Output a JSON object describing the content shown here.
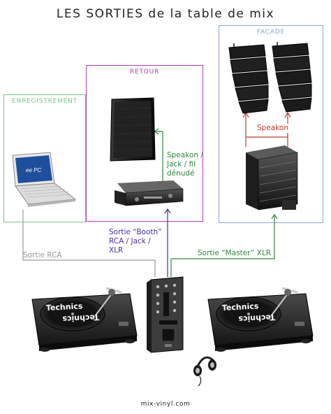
{
  "title": "LES SORTIES de la table de mix",
  "boxes": {
    "enregistrement": "ENREGISTREMENT",
    "retour": "RETOUR",
    "facade": "FACADE"
  },
  "labels": {
    "speakon_retour": "Speakon / Jack / fil dénudé",
    "speakon_retour_lines": [
      "Speakon /",
      "Jack / fil",
      "dénudé"
    ],
    "speakon_facade": "Speakon",
    "sortie_booth_lines": [
      "Sortie “Booth”",
      "RCA / Jack /",
      "XLR"
    ],
    "sortie_rca": "Sortie RCA",
    "sortie_master": "Sortie “Master” XLR"
  },
  "devices": {
    "laptop_brand": "ee PC",
    "turntable_brand": "Technics"
  },
  "footer": "mix-vinyl.com",
  "colors": {
    "enregistrement": "#7cc48a",
    "retour": "#b23bb8",
    "facade": "#8fa3d6",
    "rca_line": "#9a9a9a",
    "booth_line": "#4b2e9e",
    "master_line": "#2e8a3e",
    "speakon_line": "#c0392b",
    "text_red": "#c0392b"
  }
}
